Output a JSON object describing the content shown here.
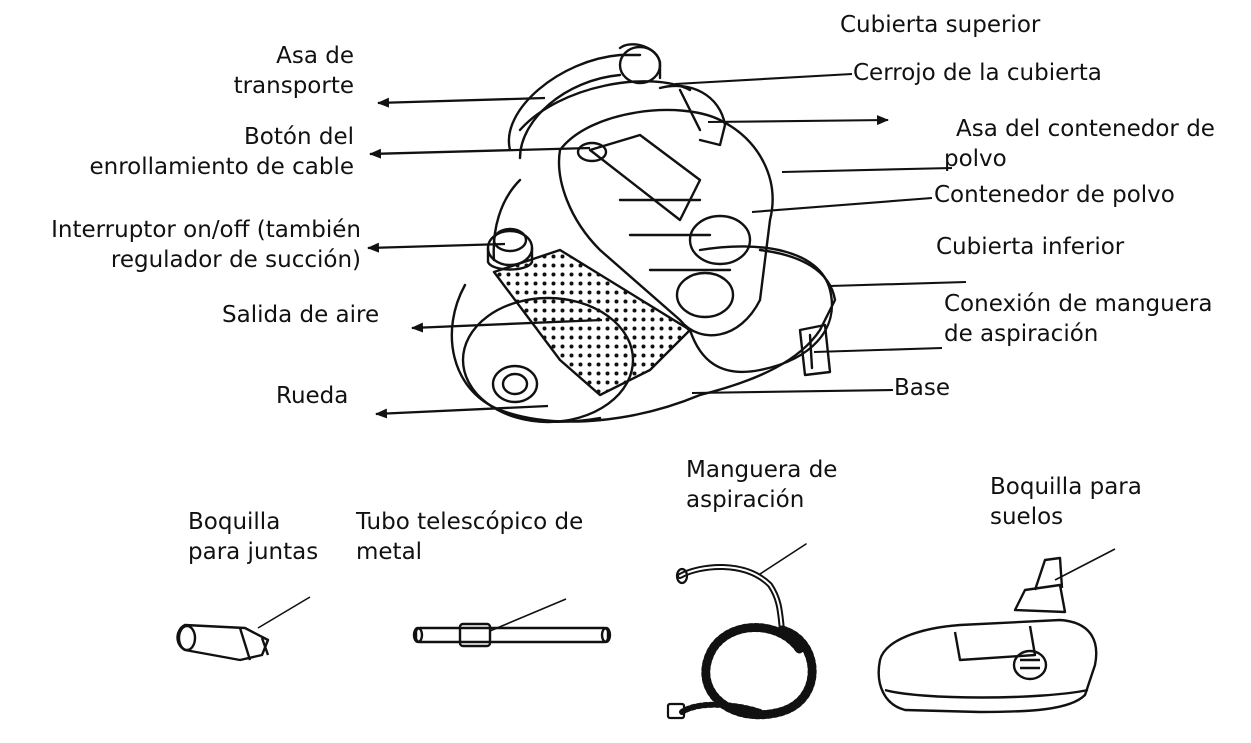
{
  "labels": {
    "asa_transporte": [
      "Asa de",
      "transporte"
    ],
    "boton_enrollamiento": [
      "Botón del",
      "enrollamiento de cable"
    ],
    "interruptor": [
      "Interruptor on/off (también",
      "regulador de succión)"
    ],
    "salida_aire": "Salida de aire",
    "rueda": "Rueda",
    "cubierta_superior": "Cubierta superior",
    "cerrojo_cubierta": "Cerrojo de la cubierta",
    "asa_contenedor": [
      "Asa del contenedor de",
      "polvo"
    ],
    "contenedor_polvo": "Contenedor de polvo",
    "cubierta_inferior": "Cubierta inferior",
    "conexion_manguera": [
      "Conexión de manguera",
      "de aspiración"
    ],
    "base": "Base"
  },
  "accessories": {
    "boquilla_juntas": [
      "Boquilla",
      "para juntas"
    ],
    "tubo_telescopico": [
      "Tubo telescópico de",
      "metal"
    ],
    "manguera": [
      "Manguera de",
      "aspiración"
    ],
    "boquilla_suelos": [
      "Boquilla para",
      "suelos"
    ]
  },
  "colors": {
    "line": "#111111",
    "background": "#ffffff"
  }
}
